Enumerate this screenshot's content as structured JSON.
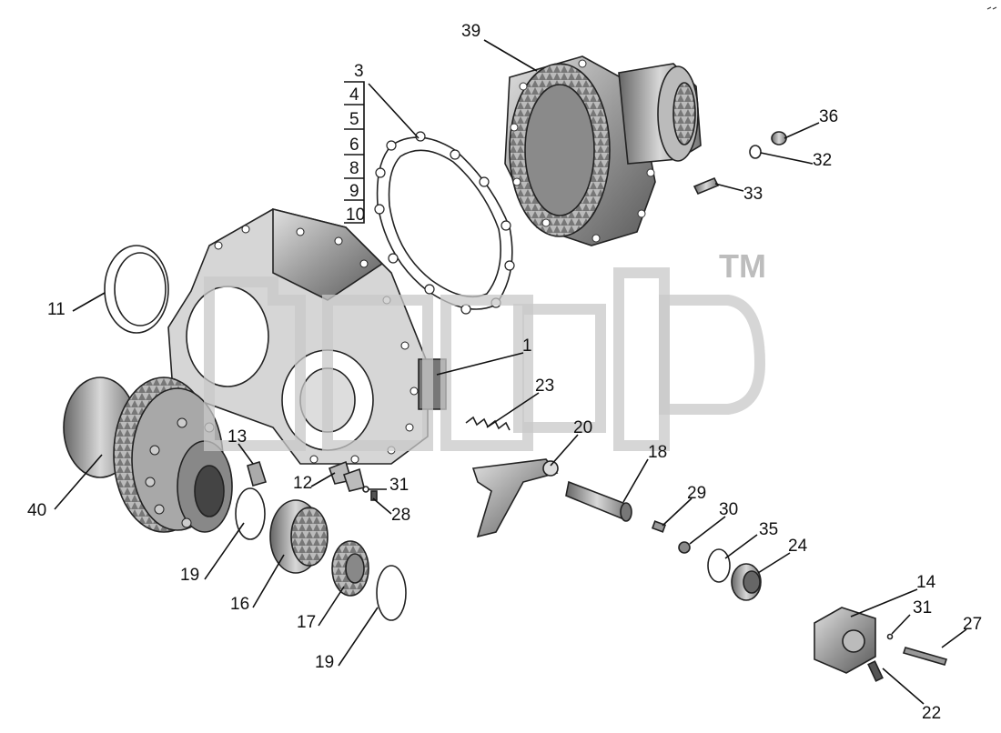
{
  "watermark": {
    "mark": "TM"
  },
  "labels": {
    "p1": "1",
    "p3": "3",
    "p4": "4",
    "p5": "5",
    "p6": "6",
    "p8": "8",
    "p9": "9",
    "p10": "10",
    "p11": "11",
    "p12": "12",
    "p13": "13",
    "p14": "14",
    "p16": "16",
    "p17": "17",
    "p18": "18",
    "p19a": "19",
    "p19b": "19",
    "p20": "20",
    "p22": "22",
    "p23": "23",
    "p24": "24",
    "p27": "27",
    "p28": "28",
    "p29": "29",
    "p30": "30",
    "p31a": "31",
    "p31b": "31",
    "p32": "32",
    "p33": "33",
    "p35": "35",
    "p36": "36",
    "p39": "39",
    "p40": "40"
  },
  "colors": {
    "metal": "#9a9a9a",
    "metal_light": "#cfcfcf",
    "metal_dark": "#555555",
    "watermark": "#c8c8c8"
  }
}
